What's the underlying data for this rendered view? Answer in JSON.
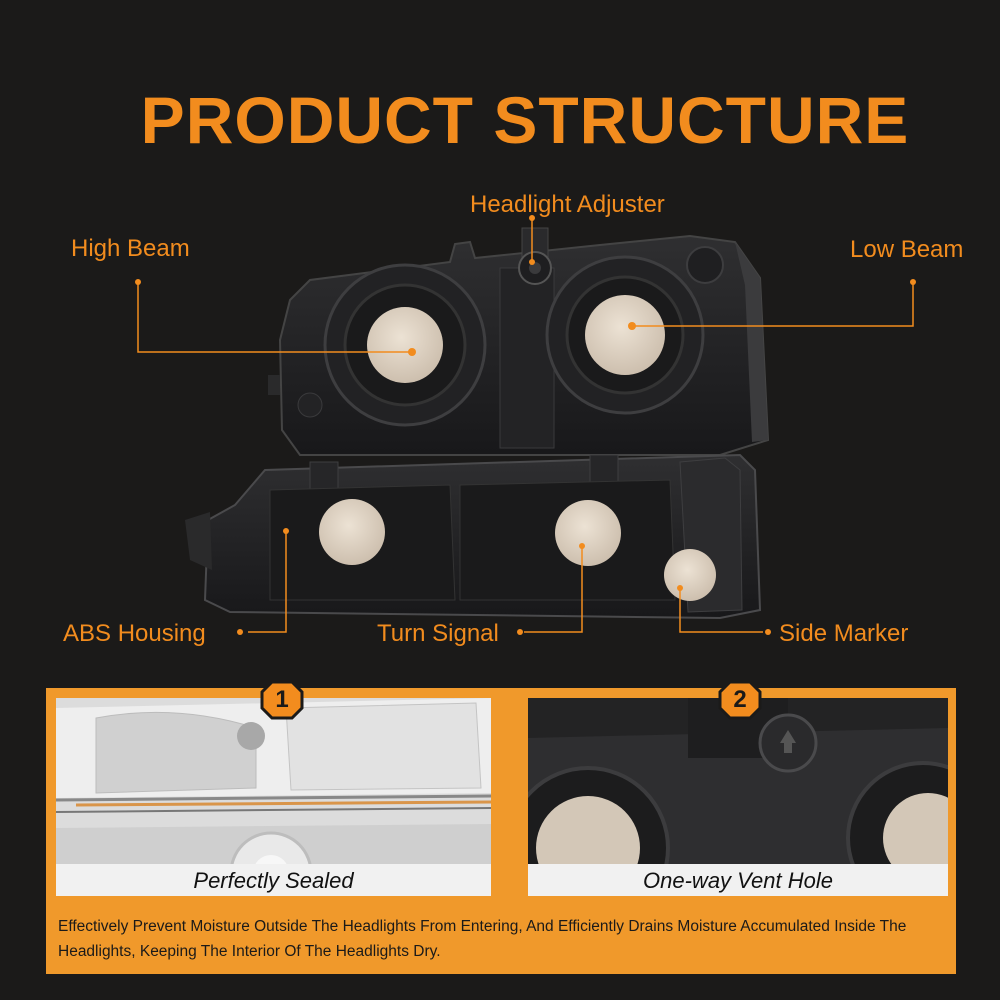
{
  "title": "PRODUCT STRUCTURE",
  "colors": {
    "accent": "#f28c1e",
    "background": "#1b1a19",
    "panel": "#f0992b"
  },
  "callouts": {
    "high_beam": "High Beam",
    "headlight_adjuster": "Headlight Adjuster",
    "low_beam": "Low Beam",
    "abs_housing": "ABS Housing",
    "turn_signal": "Turn Signal",
    "side_marker": "Side Marker"
  },
  "features": [
    {
      "number": "1",
      "caption": "Perfectly Sealed"
    },
    {
      "number": "2",
      "caption": "One-way Vent Hole"
    }
  ],
  "description": "Effectively Prevent Moisture Outside The Headlights From Entering, And Efficiently Drains Moisture Accumulated Inside The Headlights, Keeping The Interior Of The Headlights Dry."
}
